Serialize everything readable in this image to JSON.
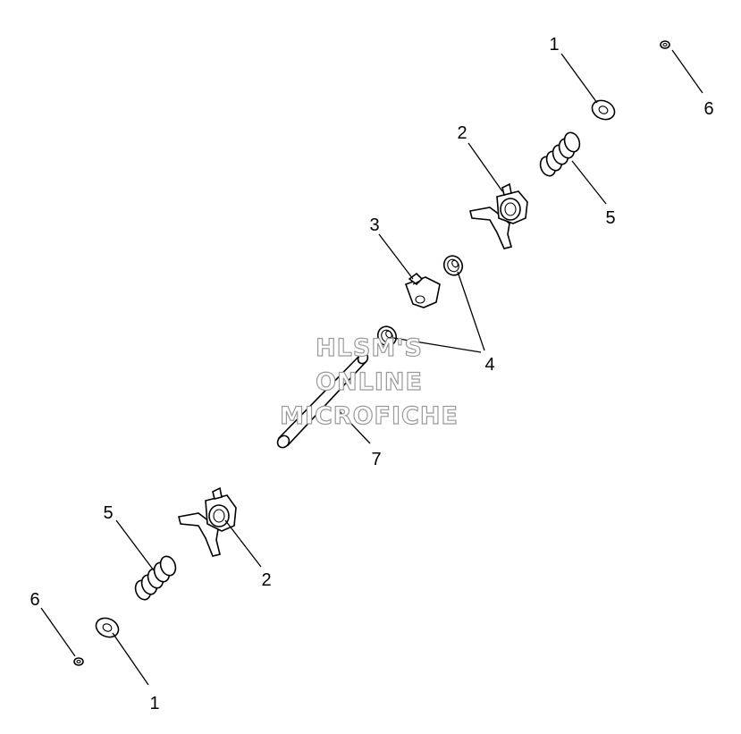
{
  "callouts": {
    "c1_top": "1",
    "c6_top": "6",
    "c2_top": "2",
    "c5_top": "5",
    "c3": "3",
    "c4": "4",
    "c7": "7",
    "c5_bottom": "5",
    "c2_bottom": "2",
    "c6_bottom": "6",
    "c1_bottom": "1"
  },
  "watermark": {
    "line1": "HLSM'S",
    "line2": "ONLINE",
    "line3": "MICROFICHE"
  }
}
